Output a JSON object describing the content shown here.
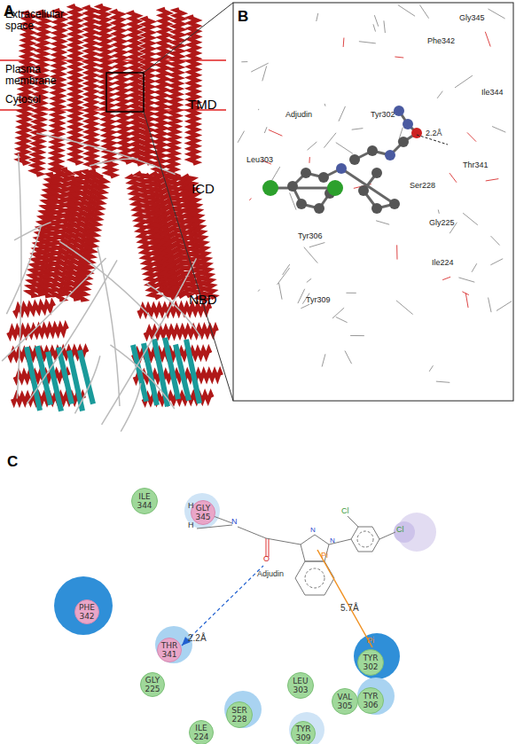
{
  "diagram": {
    "nodes": [
      {
        "text": [
          "ILE 344"
        ]
      },
      {
        "text": [
          "GLY 345"
        ]
      },
      {
        "text": [
          "PHE 342"
        ]
      },
      {
        "text": [
          "THR 341"
        ]
      },
      {
        "text": [
          "TYR 302"
        ]
      },
      {
        "text": [
          "GLY 225"
        ]
      },
      {
        "text": [
          "TYR 306"
        ]
      },
      {
        "text": [
          "LEU 303"
        ]
      },
      {
        "text": [
          "VAL 305"
        ]
      },
      {
        "text": [
          "SER 228"
        ]
      },
      {
        "text": [
          "ILE 224"
        ]
      },
      {
        "text": [
          "TYR 309"
        ]
      }
    ],
    "labels": [
      "A",
      "Extracellular space",
      "Plasma membrane",
      "Cytosol",
      "TMD",
      "ICD",
      "NBD",
      "B",
      "Gly345",
      "Phe342",
      "Adjudin",
      "Tyr302",
      "Ile344",
      "2.2Å",
      "Thr341",
      "Leu303",
      "Ser228",
      "Gly225",
      "Tyr306",
      "Ile224",
      "Tyr309",
      "C",
      "H",
      "H",
      "N",
      "O",
      "N",
      "N",
      "Adjudin",
      "Cl",
      "Cl",
      "Pi",
      "5.7Å",
      "Pi",
      "2.2Å"
    ]
  }
}
